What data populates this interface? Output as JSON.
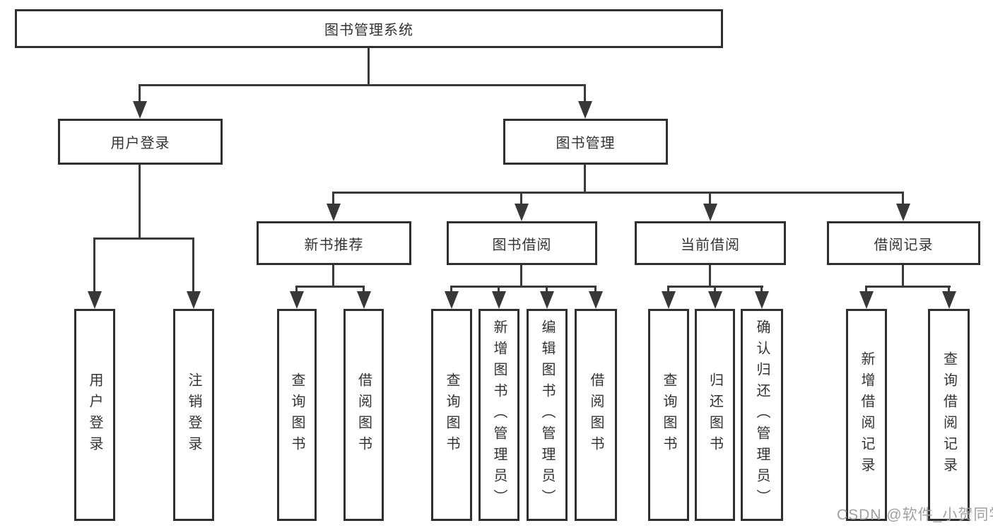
{
  "tree": {
    "root": {
      "label": "图书管理系统",
      "children": [
        {
          "label": "用户登录",
          "children": [
            {
              "label": "用户登录"
            },
            {
              "label": "注销登录"
            }
          ]
        },
        {
          "label": "图书管理",
          "children": [
            {
              "label": "新书推荐",
              "children": [
                {
                  "label": "查询图书"
                },
                {
                  "label": "借阅图书"
                }
              ]
            },
            {
              "label": "图书借阅",
              "children": [
                {
                  "label": "查询图书"
                },
                {
                  "label": "新增图书（管理员）"
                },
                {
                  "label": "编辑图书（管理员）"
                },
                {
                  "label": "借阅图书"
                }
              ]
            },
            {
              "label": "当前借阅",
              "children": [
                {
                  "label": "查询图书"
                },
                {
                  "label": "归还图书"
                },
                {
                  "label": "确认归还（管理员）"
                }
              ]
            },
            {
              "label": "借阅记录",
              "children": [
                {
                  "label": "新增借阅记录"
                },
                {
                  "label": "查询借阅记录"
                }
              ]
            }
          ]
        }
      ]
    }
  },
  "watermark": {
    "text": "CSDN @软件_小贺同学"
  },
  "colors": {
    "line": "#3a3a3a",
    "box_border": "#2f2f2f",
    "text": "#333333",
    "watermark": "#a0a0a0",
    "background": "#ffffff"
  }
}
